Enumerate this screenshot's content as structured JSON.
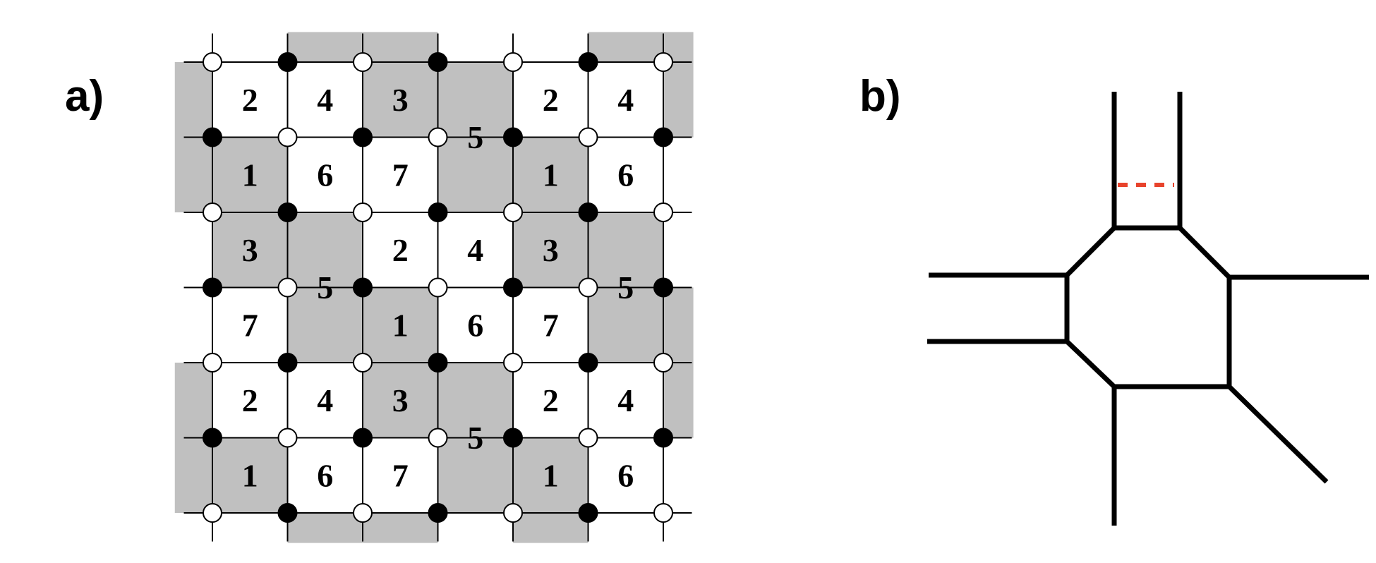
{
  "panel_a": {
    "label": "a)",
    "colors": {
      "shaded": "#c0c0c0",
      "black_vertex": "#000000",
      "white_vertex": "#ffffff",
      "line": "#000000"
    },
    "cells": [
      {
        "id": "a1",
        "row": 0,
        "col": 0,
        "n": "2"
      },
      {
        "id": "a2",
        "row": 0,
        "col": 1,
        "n": "4"
      },
      {
        "id": "a3",
        "row": 0,
        "col": 2,
        "n": "3"
      },
      {
        "id": "a4",
        "row": 0.5,
        "col": 3,
        "n": "5"
      },
      {
        "id": "a5",
        "row": 0,
        "col": 4,
        "n": "2"
      },
      {
        "id": "a6",
        "row": 0,
        "col": 5,
        "n": "4"
      },
      {
        "id": "a7",
        "row": 1,
        "col": 0,
        "n": "1"
      },
      {
        "id": "a8",
        "row": 1,
        "col": 1,
        "n": "6"
      },
      {
        "id": "a9",
        "row": 1,
        "col": 2,
        "n": "7"
      },
      {
        "id": "a10",
        "row": 1,
        "col": 4,
        "n": "1"
      },
      {
        "id": "a11",
        "row": 1,
        "col": 5,
        "n": "6"
      },
      {
        "id": "a12",
        "row": 2,
        "col": 0,
        "n": "3"
      },
      {
        "id": "a13",
        "row": 2.5,
        "col": 1,
        "n": "5"
      },
      {
        "id": "a14",
        "row": 2,
        "col": 2,
        "n": "2"
      },
      {
        "id": "a15",
        "row": 2,
        "col": 3,
        "n": "4"
      },
      {
        "id": "a16",
        "row": 2,
        "col": 4,
        "n": "3"
      },
      {
        "id": "a17",
        "row": 2.5,
        "col": 5,
        "n": "5"
      },
      {
        "id": "a18",
        "row": 3,
        "col": 0,
        "n": "7"
      },
      {
        "id": "a19",
        "row": 3,
        "col": 2,
        "n": "1"
      },
      {
        "id": "a20",
        "row": 3,
        "col": 3,
        "n": "6"
      },
      {
        "id": "a21",
        "row": 3,
        "col": 4,
        "n": "7"
      },
      {
        "id": "a22",
        "row": 4,
        "col": 0,
        "n": "2"
      },
      {
        "id": "a23",
        "row": 4,
        "col": 1,
        "n": "4"
      },
      {
        "id": "a24",
        "row": 4,
        "col": 2,
        "n": "3"
      },
      {
        "id": "a25",
        "row": 4.5,
        "col": 3,
        "n": "5"
      },
      {
        "id": "a26",
        "row": 4,
        "col": 4,
        "n": "2"
      },
      {
        "id": "a27",
        "row": 4,
        "col": 5,
        "n": "4"
      },
      {
        "id": "a28",
        "row": 5,
        "col": 0,
        "n": "1"
      },
      {
        "id": "a29",
        "row": 5,
        "col": 1,
        "n": "6"
      },
      {
        "id": "a30",
        "row": 5,
        "col": 2,
        "n": "7"
      },
      {
        "id": "a31",
        "row": 5,
        "col": 4,
        "n": "1"
      },
      {
        "id": "a32",
        "row": 5,
        "col": 5,
        "n": "6"
      }
    ]
  },
  "panel_b": {
    "label": "b)",
    "colors": {
      "line": "#000000",
      "dashed": "#e8432c"
    }
  }
}
